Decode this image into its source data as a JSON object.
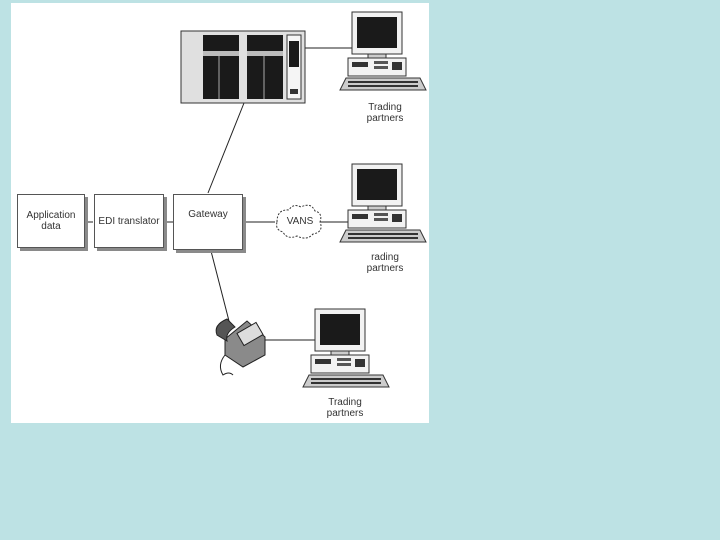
{
  "boxes": {
    "application_data": "Application data",
    "edi_translator": "EDI translator",
    "gateway": "Gateway"
  },
  "network": {
    "vans": "VANS"
  },
  "partners": {
    "top": "Trading partners",
    "middle": "rading partners",
    "bottom": "Trading partners"
  },
  "colors": {
    "background": "#bde2e4",
    "panel": "#ffffff",
    "line": "#222222",
    "mainframe_dark": "#1a1a1a",
    "mainframe_light": "#e0e0e0"
  }
}
